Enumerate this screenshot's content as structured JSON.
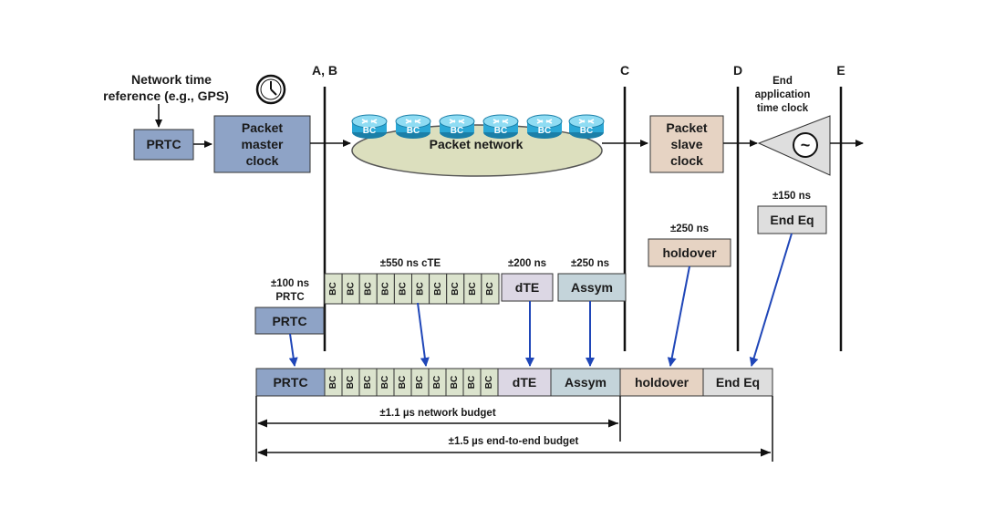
{
  "top": {
    "reference_label_line1": "Network time",
    "reference_label_line2": "reference (e.g., GPS)",
    "prtc": "PRTC",
    "master_line1": "Packet",
    "master_line2": "master",
    "master_line3": "clock",
    "network": "Packet network",
    "router_label": "BC",
    "slave_line1": "Packet",
    "slave_line2": "slave",
    "slave_line3": "clock",
    "end_app_line1": "End",
    "end_app_line2": "application",
    "end_app_line3": "time clock",
    "tilde": "~"
  },
  "markers": {
    "ab": "A, B",
    "c": "C",
    "d": "D",
    "e": "E"
  },
  "middle": {
    "prtc_note_line1": "±100 ns",
    "prtc_note_line2": "PRTC",
    "prtc": "PRTC",
    "cte_note": "±550 ns cTE",
    "bc": "BC",
    "dte_note": "±200 ns",
    "dte": "dTE",
    "assym_note": "±250 ns",
    "assym": "Assym",
    "holdover_note": "±250 ns",
    "holdover": "holdover",
    "endeq_note": "±150 ns",
    "endeq": "End Eq"
  },
  "bottom": {
    "prtc": "PRTC",
    "bc": "BC",
    "dte": "dTE",
    "assym": "Assym",
    "holdover": "holdover",
    "endeq": "End Eq",
    "network_budget": "±1.1 µs network budget",
    "e2e_budget": "±1.5 µs end-to-end budget"
  },
  "colors": {
    "prtc_fill": "#8ea3c6",
    "bc_fill": "#dbe3cd",
    "dte_fill": "#dcd7e4",
    "assym_fill": "#c4d4da",
    "holdover_fill": "#e6d3c3",
    "endeq_fill": "#dedede",
    "cloud_fill": "#dcdfbe",
    "router_fill": "#2ba8d6",
    "pointer_arrow": "#1f46b8"
  }
}
